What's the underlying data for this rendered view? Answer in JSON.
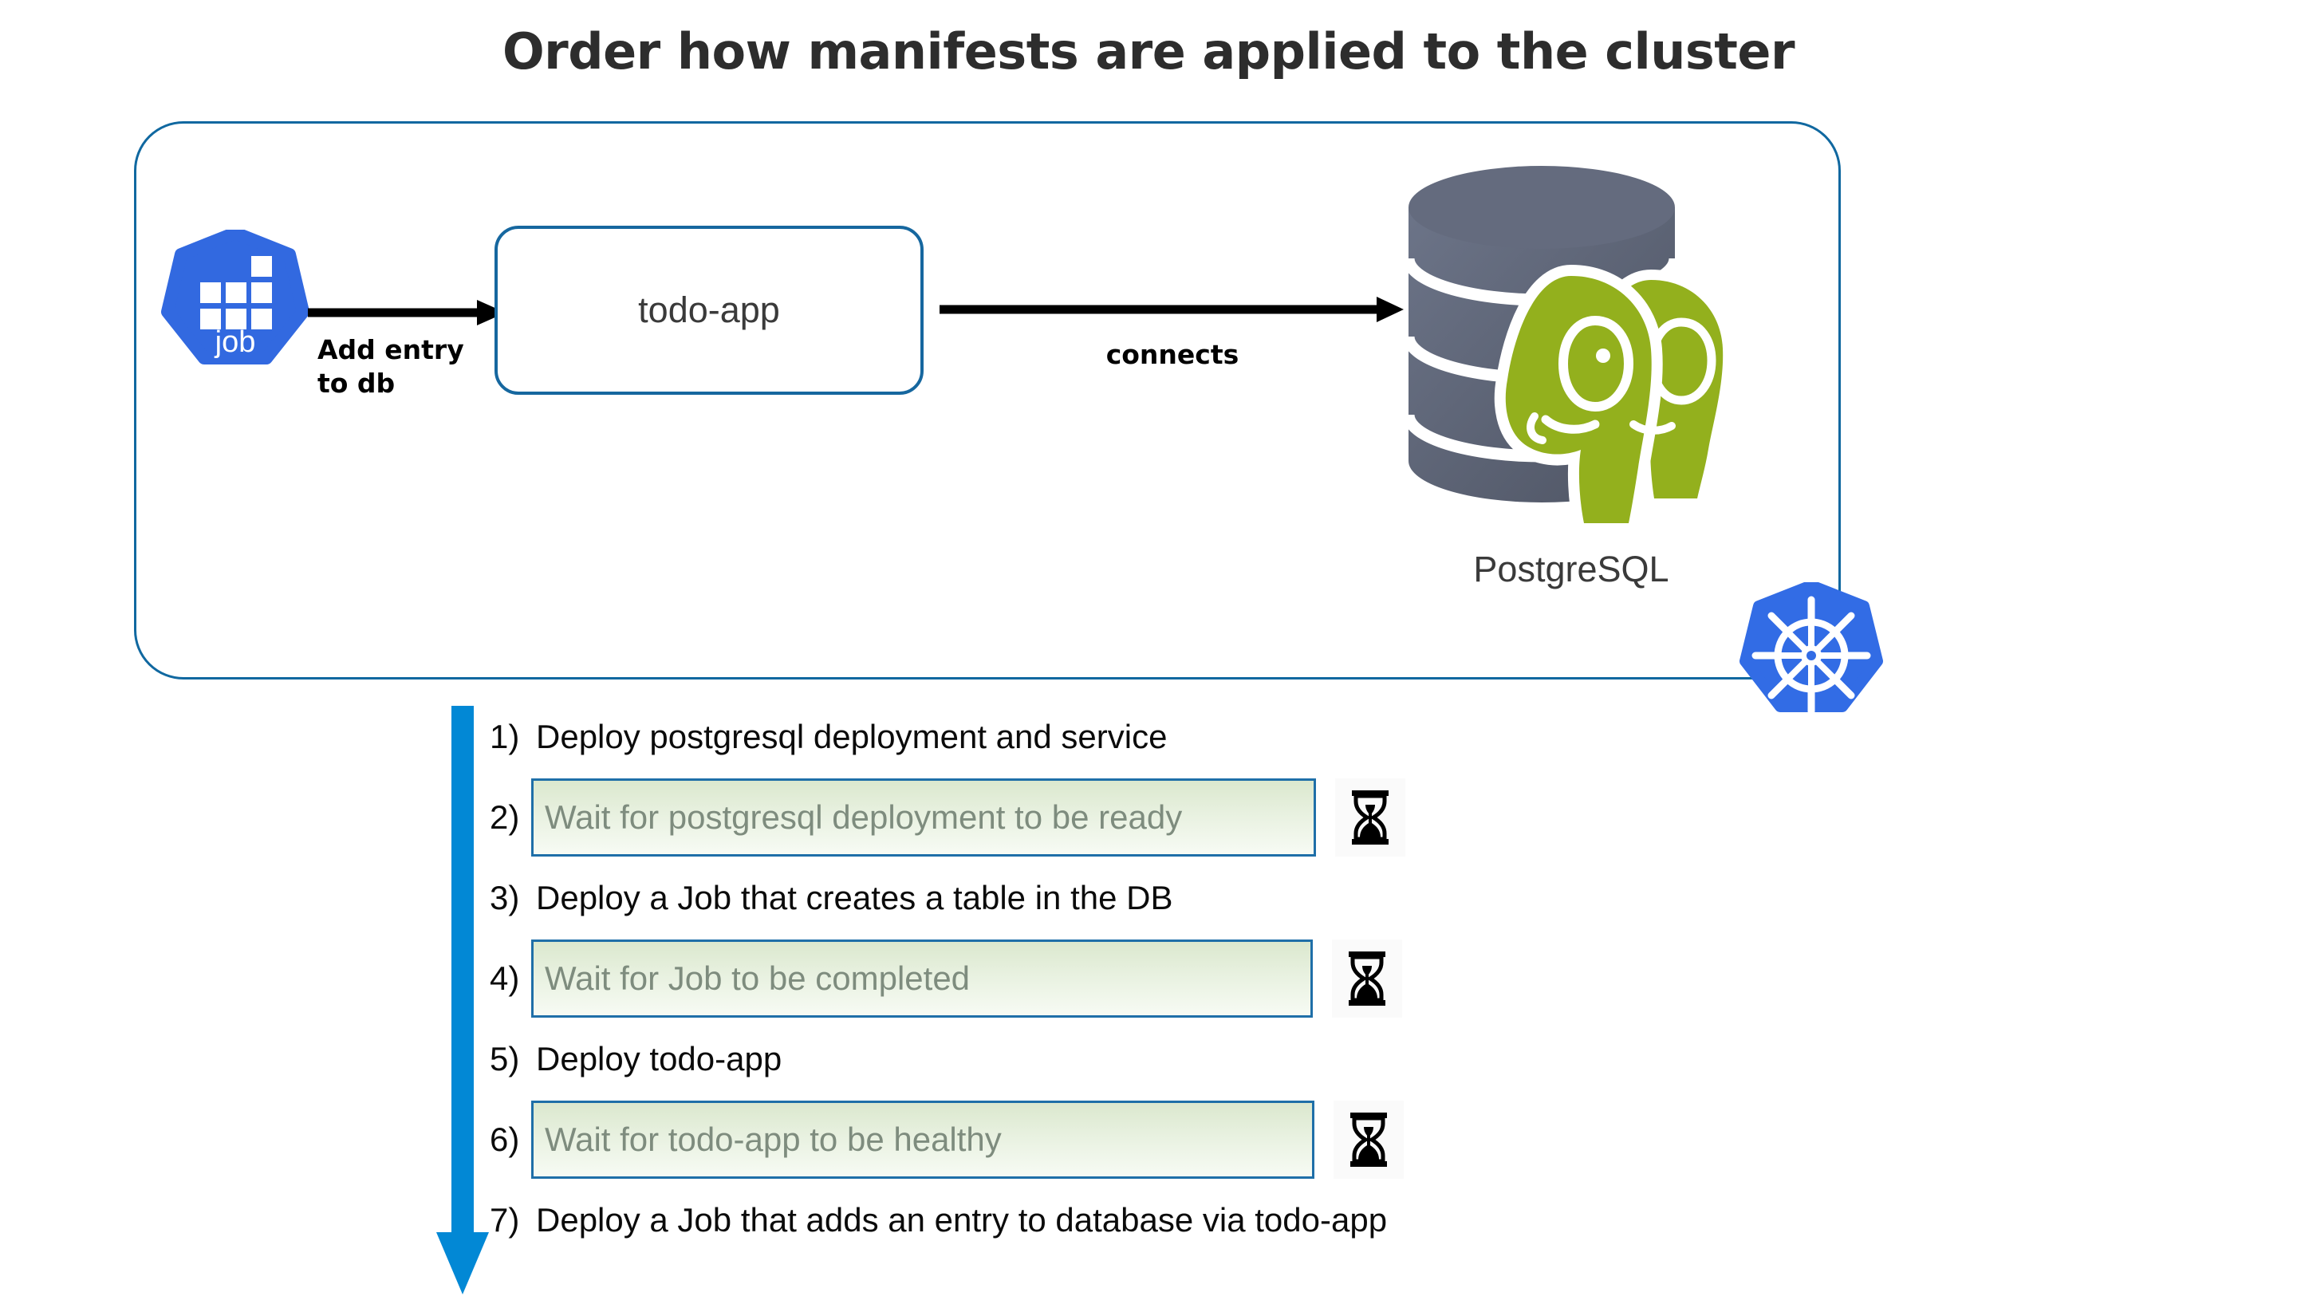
{
  "title": "Order how manifests are applied to the cluster",
  "diagram": {
    "job_node": {
      "label": "job",
      "icon": "kubernetes-job-icon",
      "color": "#3269E0"
    },
    "edge_job_to_app": {
      "label": "Add entry\nto db",
      "label_line1": "Add entry",
      "label_line2": "to db",
      "icon": "arrow-right-icon"
    },
    "app_node": {
      "label": "todo-app",
      "border_color": "#16679F"
    },
    "edge_app_to_db": {
      "label": "connects",
      "icon": "arrow-right-icon"
    },
    "db_node": {
      "label": "PostgreSQL",
      "icon": "postgresql-elephant-icon",
      "cylinder_color": "#5B6272",
      "elephant_color": "#93B01D"
    },
    "cluster_boundary": {
      "border_color": "#1068A0"
    },
    "cluster_badge": {
      "icon": "kubernetes-logo-icon",
      "color": "#326CE5"
    }
  },
  "steps": {
    "flow_arrow": {
      "icon": "down-arrow-icon",
      "color": "#0288D5"
    },
    "items": [
      {
        "num": "1)",
        "type": "plain",
        "text": "Deploy postgresql deployment and service"
      },
      {
        "num": "2)",
        "type": "wait",
        "text": "Wait for postgresql deployment to be ready",
        "badge_icon": "hourglass-icon"
      },
      {
        "num": "3)",
        "type": "plain",
        "text": "Deploy a Job that creates a table in the DB"
      },
      {
        "num": "4)",
        "type": "wait",
        "text": "Wait for Job to be completed",
        "badge_icon": "hourglass-icon"
      },
      {
        "num": "5)",
        "type": "plain",
        "text": "Deploy todo-app"
      },
      {
        "num": "6)",
        "type": "wait",
        "text": "Wait for todo-app to be healthy",
        "badge_icon": "hourglass-icon"
      },
      {
        "num": "7)",
        "type": "plain",
        "text": "Deploy a Job that adds an entry to database via todo-app"
      }
    ]
  }
}
